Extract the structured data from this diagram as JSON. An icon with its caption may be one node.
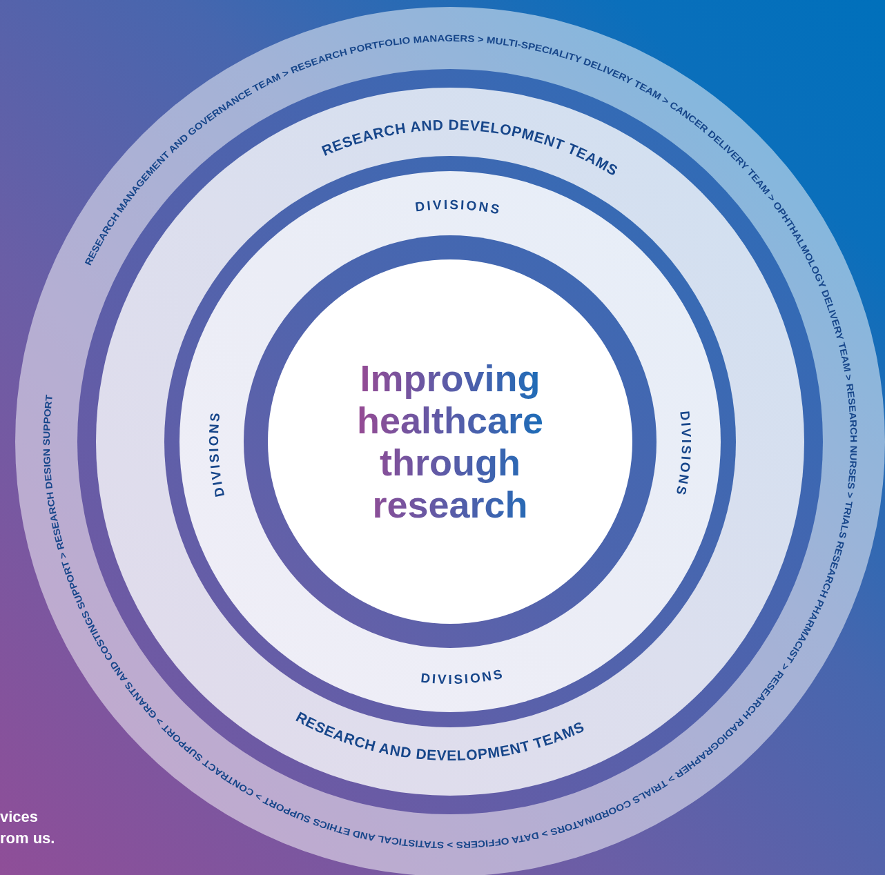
{
  "diagram": {
    "nodes": [
      {
        "text": [],
        "shape": "circle"
      },
      {
        "text": [
          "RESEARCH AND DEVELOPMENT TEAMS",
          "RESEARCH AND DEVELOPMENT TEAMS"
        ],
        "in": 0
      },
      {
        "text": [
          "DIVISIONS",
          "DIVISIONS",
          "DIVISIONS",
          "DIVISIONS"
        ],
        "in": 1
      },
      {
        "text": [
          "Improving healthcare through research"
        ],
        "in": 2
      }
    ],
    "labels": [
      "RESEARCH MANAGEMENT AND GOVERNANCE TEAM > RESEARCH PORTFOLIO MANAGERS > MULTI-SPECIALITY DELIVERY TEAM > CANCER DELIVERY TEAM > OPHTHALMOLOGY DELIVERY TEAM > RESEARCH NURSES > TRIALS RESEARCH PHARMACIST > RESEARCH RADIOGRAPHER > TRIALS COORDINATORS > DATA OFFICERS > STATISTICAL AND ETHICS SUPPORT > CONTRACT SUPPORT > GRANTS AND COSTINGS SUPPORT > RESEARCH DESIGN SUPPORT",
      "vices rom us."
    ]
  }
}
